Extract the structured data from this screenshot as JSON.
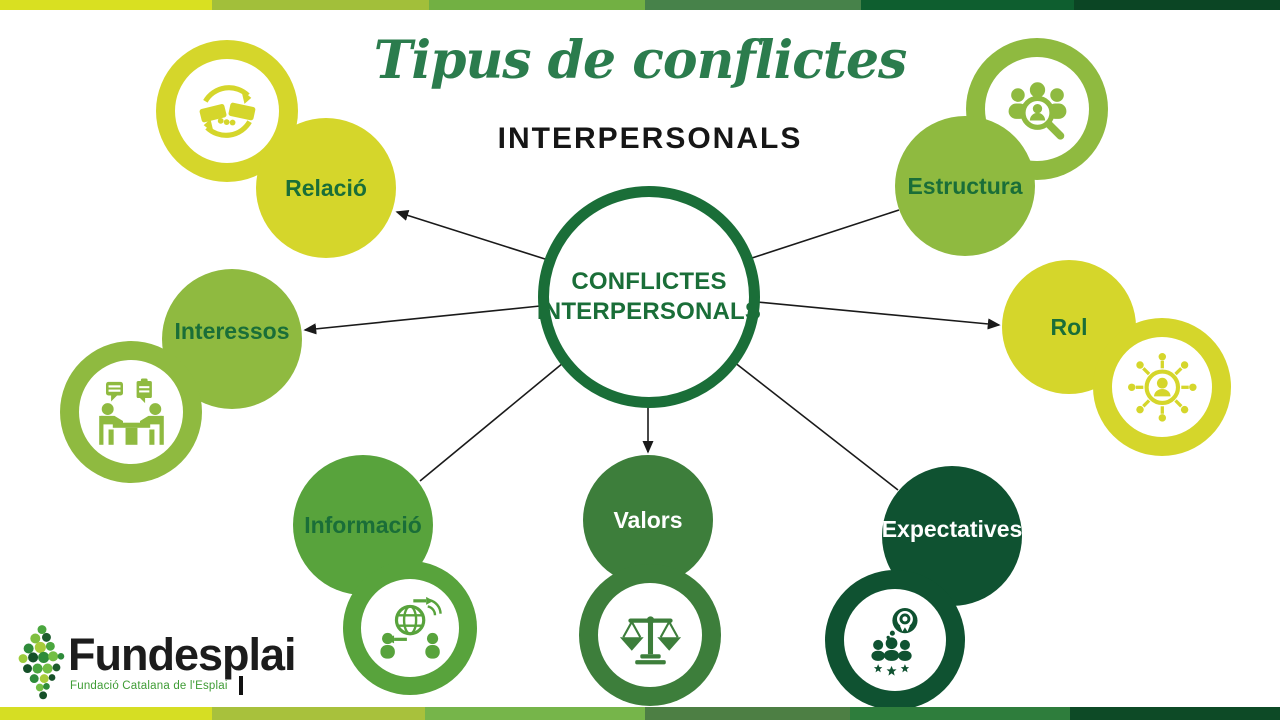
{
  "title": {
    "script": "Tipus de conflictes",
    "subtitle": "INTERPERSONALS"
  },
  "center": {
    "line1": "CONFLICTES",
    "line2": "INTERPERSONALS"
  },
  "nodes": [
    {
      "id": "relacio",
      "label": "Relació",
      "icon": "handshake-cycle-icon",
      "color": "#d5d62b",
      "label_color": "#1a6e38"
    },
    {
      "id": "estructura",
      "label": "Estructura",
      "icon": "people-search-icon",
      "color": "#8fba40",
      "label_color": "#1a6e38"
    },
    {
      "id": "interessos",
      "label": "Interessos",
      "icon": "negotiation-table-icon",
      "color": "#8fba40",
      "label_color": "#1a6e38"
    },
    {
      "id": "rol",
      "label": "Rol",
      "icon": "person-network-icon",
      "color": "#d5d62b",
      "label_color": "#1a6e38"
    },
    {
      "id": "informacio",
      "label": "Informació",
      "icon": "global-communication-icon",
      "color": "#58a33c",
      "label_color": "#1a6e38"
    },
    {
      "id": "valors",
      "label": "Valors",
      "icon": "balance-scale-icon",
      "color": "#3d7e3b",
      "label_color": "#ffffff"
    },
    {
      "id": "expectatives",
      "label": "Expectatives",
      "icon": "team-award-icon",
      "color": "#0f5231",
      "label_color": "#ffffff"
    }
  ],
  "logo": {
    "name": "Fundesplai",
    "tagline": "Fundació Catalana de l'Esplai"
  },
  "colors": {
    "title_script": "#2b7c4d",
    "subtitle_text": "#161616",
    "center_border": "#1a6e38",
    "center_text": "#1a6e38",
    "connector": "#1a1a1a",
    "top_bar_segments": [
      "#d9e021",
      "#a2bf3a",
      "#72b043",
      "#47824a",
      "#0e5e2f",
      "#0b4524"
    ],
    "bottom_bar_segments": [
      "#d6de23",
      "#a8c13c",
      "#76b54a",
      "#4d7f44",
      "#2e7d3c",
      "#0d4a26"
    ]
  }
}
